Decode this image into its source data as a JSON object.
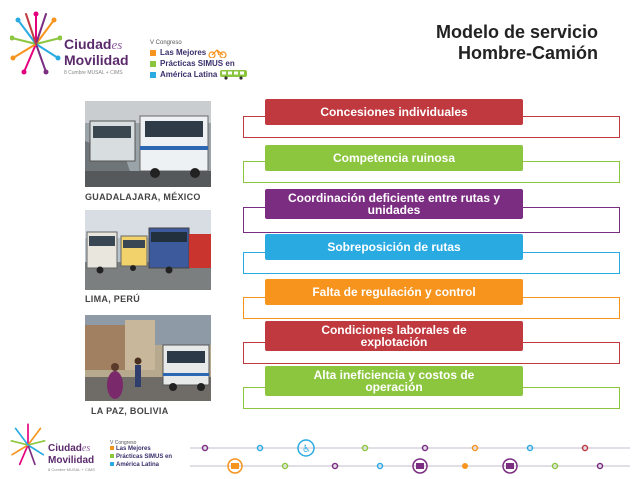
{
  "header": {
    "title_line1": "Modelo de servicio",
    "title_line2": "Hombre-Camión",
    "logo_word1": "Ciudad",
    "logo_word1_suffix": "es",
    "logo_word2": "Movilidad",
    "logo_sub": "8 Cumbre MUSAL + CIMS",
    "congreso_small": "V Congreso",
    "congreso_lines": [
      "Las Mejores",
      "Prácticas SIMUS en",
      "América Latina"
    ]
  },
  "photos": [
    {
      "caption": "GUADALAJARA, MÉXICO"
    },
    {
      "caption": "LIMA, PERÚ"
    },
    {
      "caption": "LA PAZ, BOLIVIA"
    }
  ],
  "bars": [
    {
      "label": "Concesiones individuales",
      "color": "#c0393f"
    },
    {
      "label": "Competencia ruinosa",
      "color": "#8cc63f"
    },
    {
      "label": "Coordinación deficiente entre rutas y unidades",
      "color": "#7b2d82"
    },
    {
      "label": "Sobreposición de rutas",
      "color": "#29abe2"
    },
    {
      "label": "Falta de regulación y control",
      "color": "#f7941d"
    },
    {
      "label": "Condiciones laborales de explotación",
      "color": "#c0393f"
    },
    {
      "label": "Alta ineficiencia  y costos de operación",
      "color": "#8cc63f"
    }
  ],
  "footer": {
    "logo_word1": "Ciudad",
    "logo_word1_suffix": "es",
    "logo_word2": "Movilidad",
    "logo_sub": "8 Cumbre MUSAL + CIMS",
    "congreso_small": "V Congreso",
    "congreso_lines": [
      "Las Mejores",
      "Prácticas SIMUS en",
      "América Latina"
    ]
  },
  "colors": {
    "purple": "#5a2a6c",
    "red": "#c0393f",
    "green": "#8cc63f",
    "blue": "#29abe2",
    "orange": "#f7941d",
    "violet": "#7b2d82"
  }
}
